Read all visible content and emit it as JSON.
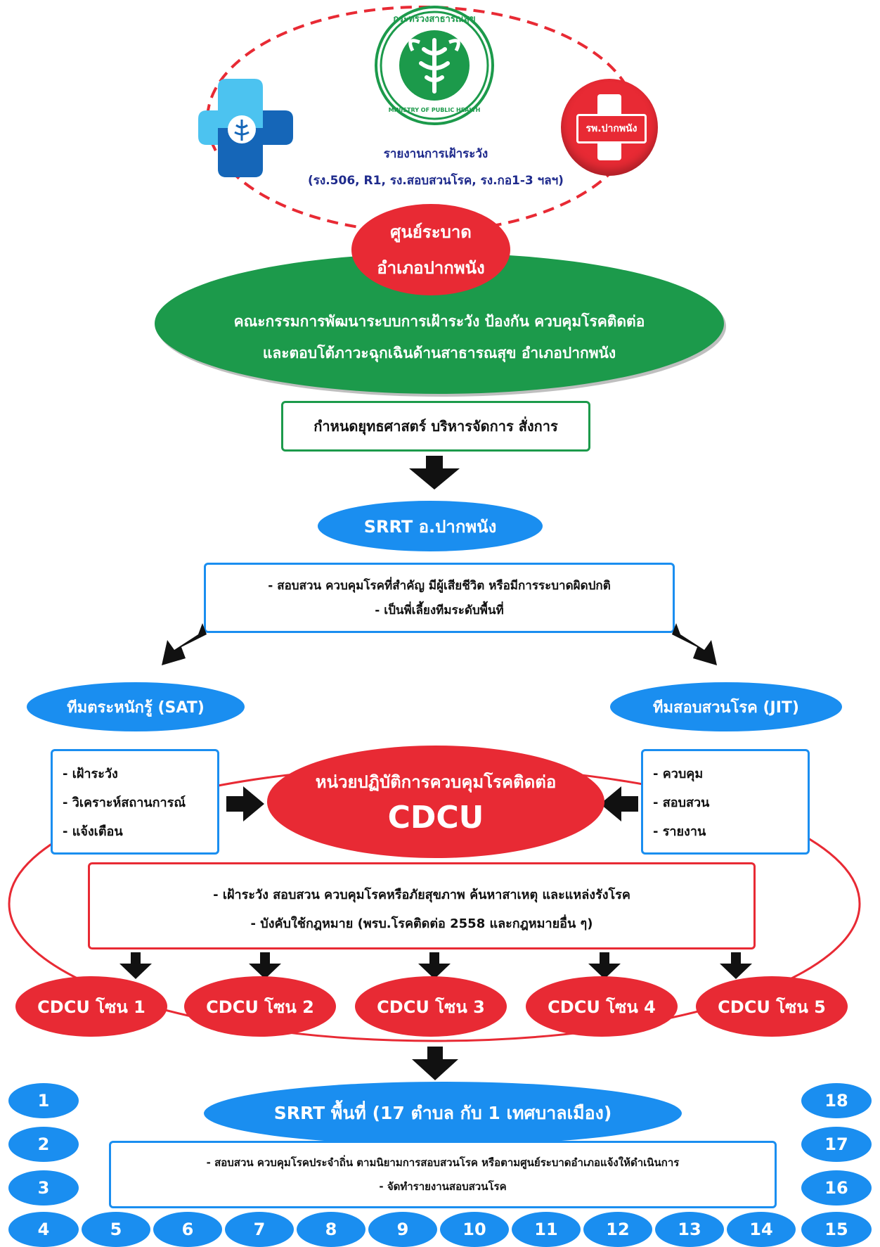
{
  "logos": {
    "ministry_seal_text": "กระทรวงสาธารณสุข",
    "ministry_seal_english": "MINISTRY OF PUBLIC HEALTH",
    "hospital_label": "รพ.ปากพนัง"
  },
  "surveillance": {
    "title": "รายงานการเฝ้าระวัง",
    "subtitle": "(รง.506, R1, รง.สอบสวนโรค, รง.กอ1-3 ฯลฯ)"
  },
  "epidemic_center": {
    "line1": "ศูนย์ระบาด",
    "line2": "อำเภอปากพนัง"
  },
  "committee": {
    "line1": "คณะกรรมการพัฒนาระบบการเฝ้าระวัง ป้องกัน ควบคุมโรคติดต่อ",
    "line2": "และตอบโต้ภาวะฉุกเฉินด้านสาธารณสุข อำเภอปากพนัง"
  },
  "strategy_box": "กำหนดยุทธศาสตร์ บริหารจัดการ สั่งการ",
  "srrt_district": "SRRT อ.ปากพนัง",
  "srrt_duties": {
    "line1": "- สอบสวน ควบคุมโรคที่สำคัญ มีผู้เสียชีวิต หรือมีการระบาดผิดปกติ",
    "line2": "- เป็นพี่เลี้ยงทีมระดับพื้นที่"
  },
  "sat_team": "ทีมตระหนักรู้ (SAT)",
  "jit_team": "ทีมสอบสวนโรค (JIT)",
  "sat_duties": [
    "- เฝ้าระวัง",
    "- วิเคราะห์สถานการณ์",
    "- แจ้งเตือน"
  ],
  "jit_duties": [
    "- ควบคุม",
    "- สอบสวน",
    "- รายงาน"
  ],
  "cdcu": {
    "title": "หน่วยปฏิบัติการควบคุมโรคติดต่อ",
    "abbr": "CDCU"
  },
  "cdcu_duties": {
    "line1": "- เฝ้าระวัง สอบสวน ควบคุมโรคหรือภัยสุขภาพ ค้นหาสาเหตุ และแหล่งรังโรค",
    "line2": "- บังคับใช้กฎหมาย (พรบ.โรคติดต่อ 2558 และกฎหมายอื่น ๆ)"
  },
  "zones": [
    "CDCU โซน 1",
    "CDCU โซน 2",
    "CDCU โซน 3",
    "CDCU โซน 4",
    "CDCU โซน 5"
  ],
  "srrt_local": "SRRT พื้นที่ (17 ตำบล กับ 1 เทศบาลเมือง)",
  "srrt_local_duties": {
    "line1": "- สอบสวน ควบคุมโรคประจำถิ่น ตามนิยามการสอบสวนโรค หรือตามศูนย์ระบาดอำเภอแจ้งให้ดำเนินการ",
    "line2": "- จัดทำรายงานสอบสวนโรค"
  },
  "local_teams_left": [
    "1",
    "2",
    "3",
    "4"
  ],
  "local_teams_bottom": [
    "5",
    "6",
    "7",
    "8",
    "9",
    "10",
    "11",
    "12",
    "13",
    "14"
  ],
  "local_teams_right": [
    "18",
    "17",
    "16",
    "15"
  ],
  "colors": {
    "blue": "#1a8ef0",
    "red": "#e82a34",
    "green": "#1c9a4b",
    "navy": "#1e2a8c"
  }
}
